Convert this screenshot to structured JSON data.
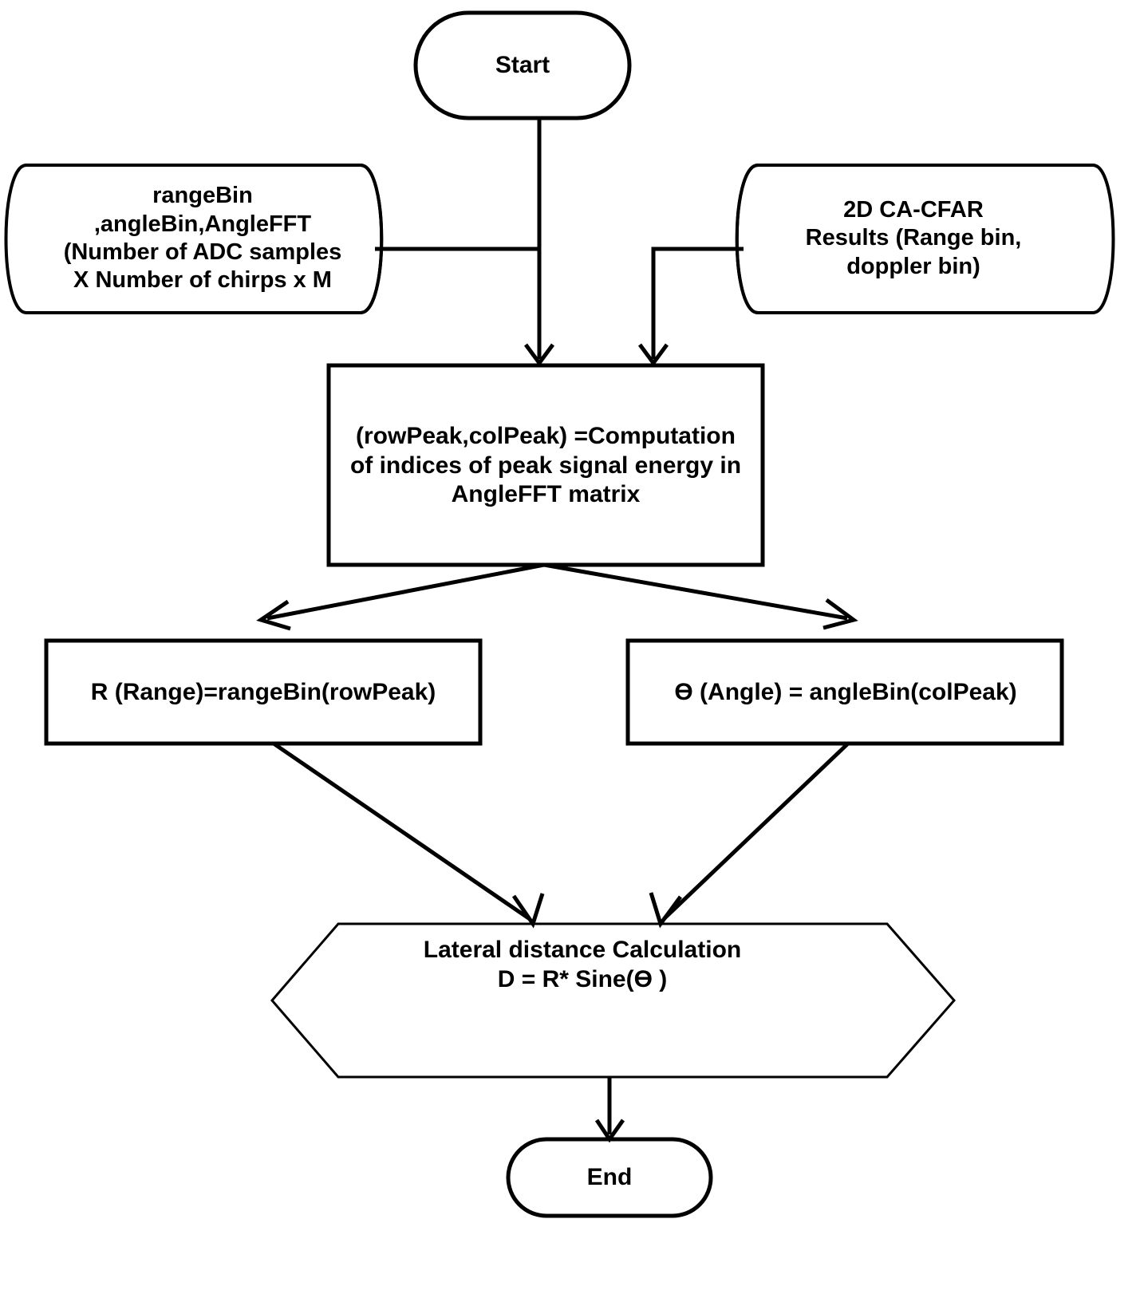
{
  "diagram": {
    "title": "Radar lateral distance calculation flowchart",
    "background_color": "#ffffff",
    "line_color": "#000000",
    "text_color": "#000000"
  },
  "nodes": {
    "start": {
      "label": "Start",
      "shape": "terminator-rounded"
    },
    "input_left": {
      "label": "rangeBin\n,angleBin,AngleFFT\n(Number of ADC samples\nX Number of chirps x M",
      "shape": "cylinder-right-cap"
    },
    "input_right": {
      "label": "2D CA-CFAR\nResults (Range bin,\ndoppler bin)",
      "shape": "cylinder-left-cap"
    },
    "process_peak": {
      "label": "(rowPeak,colPeak) =Computation\nof indices of peak signal energy in\nAngleFFT matrix",
      "shape": "process-rectangle"
    },
    "range_box": {
      "label": "R (Range)=rangeBin(rowPeak)",
      "shape": "process-rectangle"
    },
    "angle_box": {
      "label": "Ө (Angle) = angleBin(colPeak)",
      "shape": "process-rectangle"
    },
    "lateral_hex": {
      "label": "Lateral distance Calculation\nD = R* Sine(Ө )",
      "shape": "hexagon"
    },
    "end": {
      "label": "End",
      "shape": "terminator-rounded"
    }
  },
  "edges": [
    {
      "name": "start-to-process",
      "from": "start",
      "to": "process_peak",
      "arrow": "down"
    },
    {
      "name": "left-input-to-trunk",
      "from": "input_left",
      "to": "process_peak",
      "arrow": "none"
    },
    {
      "name": "right-input-to-process",
      "from": "input_right",
      "to": "process_peak",
      "arrow": "down"
    },
    {
      "name": "process-to-range",
      "from": "process_peak",
      "to": "range_box",
      "arrow": "left-down"
    },
    {
      "name": "process-to-angle",
      "from": "process_peak",
      "to": "angle_box",
      "arrow": "right-down"
    },
    {
      "name": "range-to-lateral",
      "from": "range_box",
      "to": "lateral_hex",
      "arrow": "down-right"
    },
    {
      "name": "angle-to-lateral",
      "from": "angle_box",
      "to": "lateral_hex",
      "arrow": "down-left"
    },
    {
      "name": "lateral-to-end",
      "from": "lateral_hex",
      "to": "end",
      "arrow": "down"
    }
  ]
}
